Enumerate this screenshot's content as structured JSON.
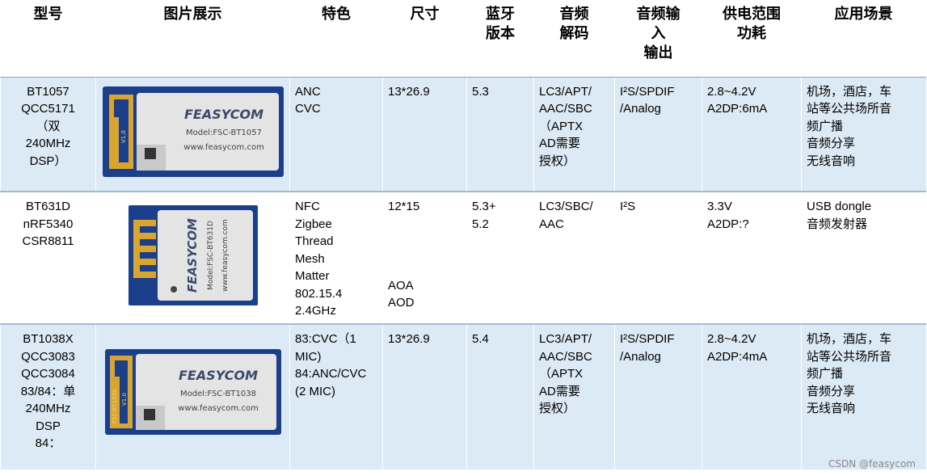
{
  "headers": [
    "型号",
    "图片展示",
    "特色",
    "尺寸",
    "蓝牙\n版本",
    "音频\n解码",
    "音频输\n入\n输出",
    "供电范围\n功耗",
    "应用场景"
  ],
  "rows": [
    {
      "model": "BT1057\nQCC5171\n（双\n240MHz\nDSP）",
      "image": {
        "brand": "FEASYCOM",
        "model_label": "Model:FSC-BT1057",
        "site": "www.feasycom.com",
        "version": "V1.0"
      },
      "features": "ANC\nCVC",
      "size": "13*26.9",
      "bt": "5.3",
      "codec": "LC3/APT/\nAAC/SBC\n（APTX\nAD需要\n授权）",
      "io": "I²S/SPDIF\n/Analog",
      "power": "2.8~4.2V\nA2DP:6mA",
      "apps": "机场，酒店，车\n站等公共场所音\n频广播\n音频分享\n无线音响"
    },
    {
      "model": "BT631D\nnRF5340\nCSR8811",
      "image": {
        "brand": "FEASYCOM",
        "model_label": "Model:FSC-BT631D",
        "site": "www.feasycom.com"
      },
      "features": "NFC\nZigbee\nThread\nMesh\nMatter\n802.15.4\n2.4GHz",
      "size": "12*15",
      "size_extra": "AOA\nAOD",
      "bt": "5.3+\n5.2",
      "codec": "LC3/SBC/\nAAC",
      "io": "I²S",
      "power": "3.3V\nA2DP:?",
      "apps": "USB dongle\n音频发射器"
    },
    {
      "model": "BT1038X\nQCC3083\nQCC3084\n83/84：单\n240MHz\nDSP\n84：",
      "image": {
        "brand": "FEASYCOM",
        "model_label": "Model:FSC-BT1038",
        "site": "www.feasycom.com",
        "version": "V1.0",
        "side_label": "FSC-BT1038"
      },
      "features": "83:CVC（1\nMIC)\n84:ANC/CVC\n(2 MIC)",
      "size": "13*26.9",
      "bt": "5.4",
      "codec": "LC3/APT/\nAAC/SBC\n（APTX\nAD需要\n授权）",
      "io": "I²S/SPDIF\n/Analog",
      "power": "2.8~4.2V\nA2DP:4mA",
      "apps": "机场，酒店，车\n站等公共场所音\n频广播\n音频分享\n无线音响"
    }
  ],
  "watermark": "CSDN @feasycom",
  "colors": {
    "row_shade": "#dbeaf4",
    "pcb_blue": "#1c3f8c",
    "gold": "#d8a531",
    "shield": "#e4e4e4"
  }
}
